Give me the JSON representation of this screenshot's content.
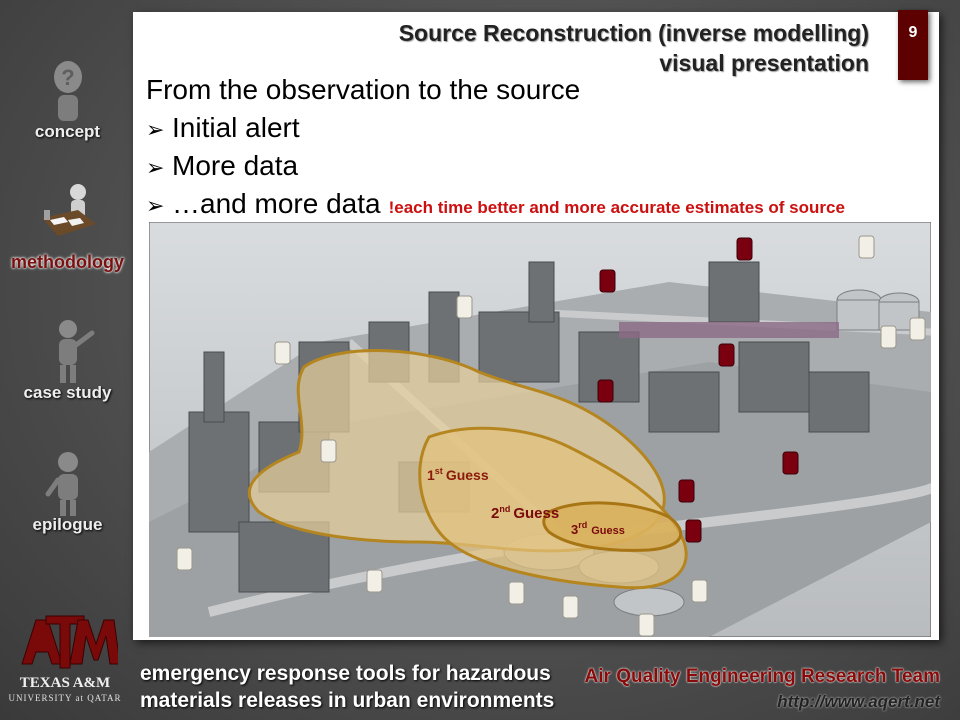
{
  "sidebar": {
    "items": [
      {
        "label": "concept",
        "active": false,
        "icon": "question-figure-icon"
      },
      {
        "label": "methodology",
        "active": true,
        "icon": "desk-figure-icon"
      },
      {
        "label": "case study",
        "active": false,
        "icon": "presenter-figure-icon"
      },
      {
        "label": "epilogue",
        "active": false,
        "icon": "standing-figure-icon"
      }
    ]
  },
  "slide": {
    "title_line1": "Source Reconstruction (inverse modelling)",
    "title_line2": "visual presentation",
    "page_number": "9",
    "heading": "From the observation to the source",
    "bullets": [
      "Initial alert",
      "More data",
      "…and more data"
    ],
    "note": "!each time better and more accurate estimates of source",
    "guesses": {
      "first": {
        "sup": "st",
        "num": "1",
        "word": "Guess"
      },
      "second": {
        "sup": "nd",
        "num": "2",
        "word": "Guess"
      },
      "third": {
        "sup": "rd",
        "num": "3",
        "word": "Guess"
      }
    }
  },
  "footer": {
    "left_line1": "emergency response tools for hazardous",
    "left_line2": "materials releases in urban environments",
    "team": "Air Quality Engineering Research Team",
    "url": "http://www.aqert.net",
    "logo_line1": "TEXAS A&M",
    "logo_line2": "UNIVERSITY at QATAR",
    "logo_mark": "ATM"
  },
  "colors": {
    "accent": "#5c0000",
    "note_red": "#cc1010",
    "plume_fill": "#e3c890",
    "plume_stroke": "#b07f1e",
    "sensor_red": "#7a0010",
    "sensor_white": "#f2efe6"
  }
}
